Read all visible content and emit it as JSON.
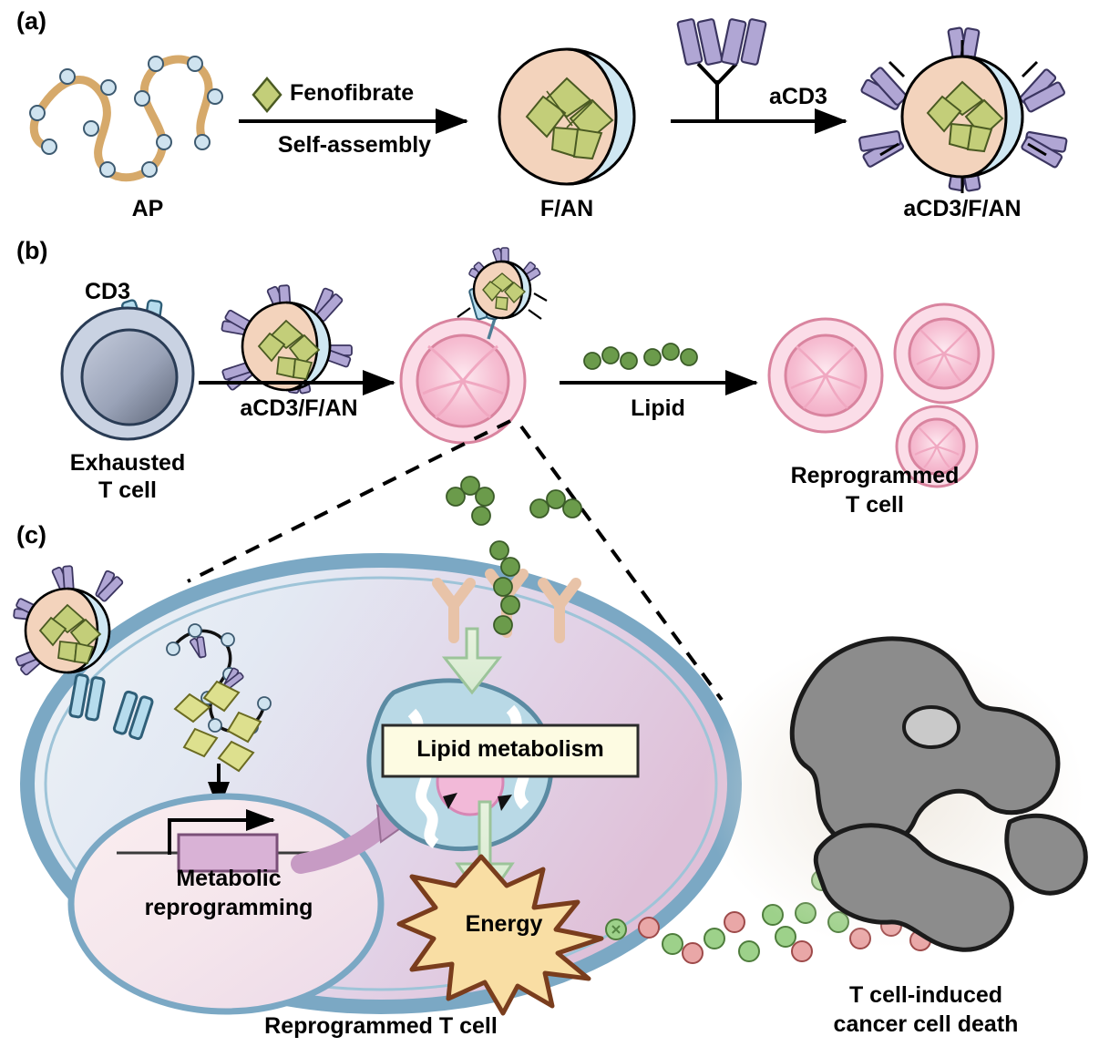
{
  "figure": {
    "panels": [
      {
        "id": "a",
        "label": "(a)"
      },
      {
        "id": "b",
        "label": "(b)"
      },
      {
        "id": "c",
        "label": "(c)"
      }
    ]
  },
  "panel_a": {
    "captions": [
      {
        "name": "ap",
        "text": "AP"
      },
      {
        "name": "fan",
        "text": "F/AN"
      },
      {
        "name": "acd3fan",
        "text": "aCD3/F/AN"
      }
    ],
    "arrow1_top": "Fenofibrate",
    "arrow1_bottom": "Self-assembly",
    "arrow2_label": "aCD3"
  },
  "panel_b": {
    "cd3_label": "CD3",
    "exhausted_cell": "Exhausted\nT cell",
    "exhausted_cell_line1": "Exhausted",
    "exhausted_cell_line2": "T cell",
    "arrow1_label": "aCD3/F/AN",
    "arrow2_label": "Lipid",
    "reprogrammed_line1": "Reprogrammed",
    "reprogrammed_line2": "T cell"
  },
  "panel_c": {
    "lipid_metabolism": "Lipid metabolism",
    "metabolic_line1": "Metabolic",
    "metabolic_line2": "reprogramming",
    "energy": "Energy",
    "cell_caption": "Reprogrammed T cell",
    "cancer_line1": "T cell-induced",
    "cancer_line2": "cancer cell death"
  },
  "colors": {
    "polymer_tan": "#d6a96a",
    "node_blue": "#cfe3ef",
    "fenofibrate_green": "#c3ce79",
    "antibody_purple": "#b0a6d4",
    "nano_peach": "#f3d3bc",
    "nano_blue": "#cfe7f2",
    "tcell_pink": "#f7c6d6",
    "tcell_pink_dark": "#f19ab6",
    "exhausted_gray": "#b9c1d4",
    "cell_membrane_blue": "#7ba8c4",
    "energy_yellow": "#f7dca0",
    "energy_outline": "#7a3d1d",
    "lipid_green": "#6b9b4b",
    "cancer_gray": "#8c8c8c",
    "nucleus_purple": "#d6a6cd",
    "mito_blue": "#b9d9e6"
  }
}
